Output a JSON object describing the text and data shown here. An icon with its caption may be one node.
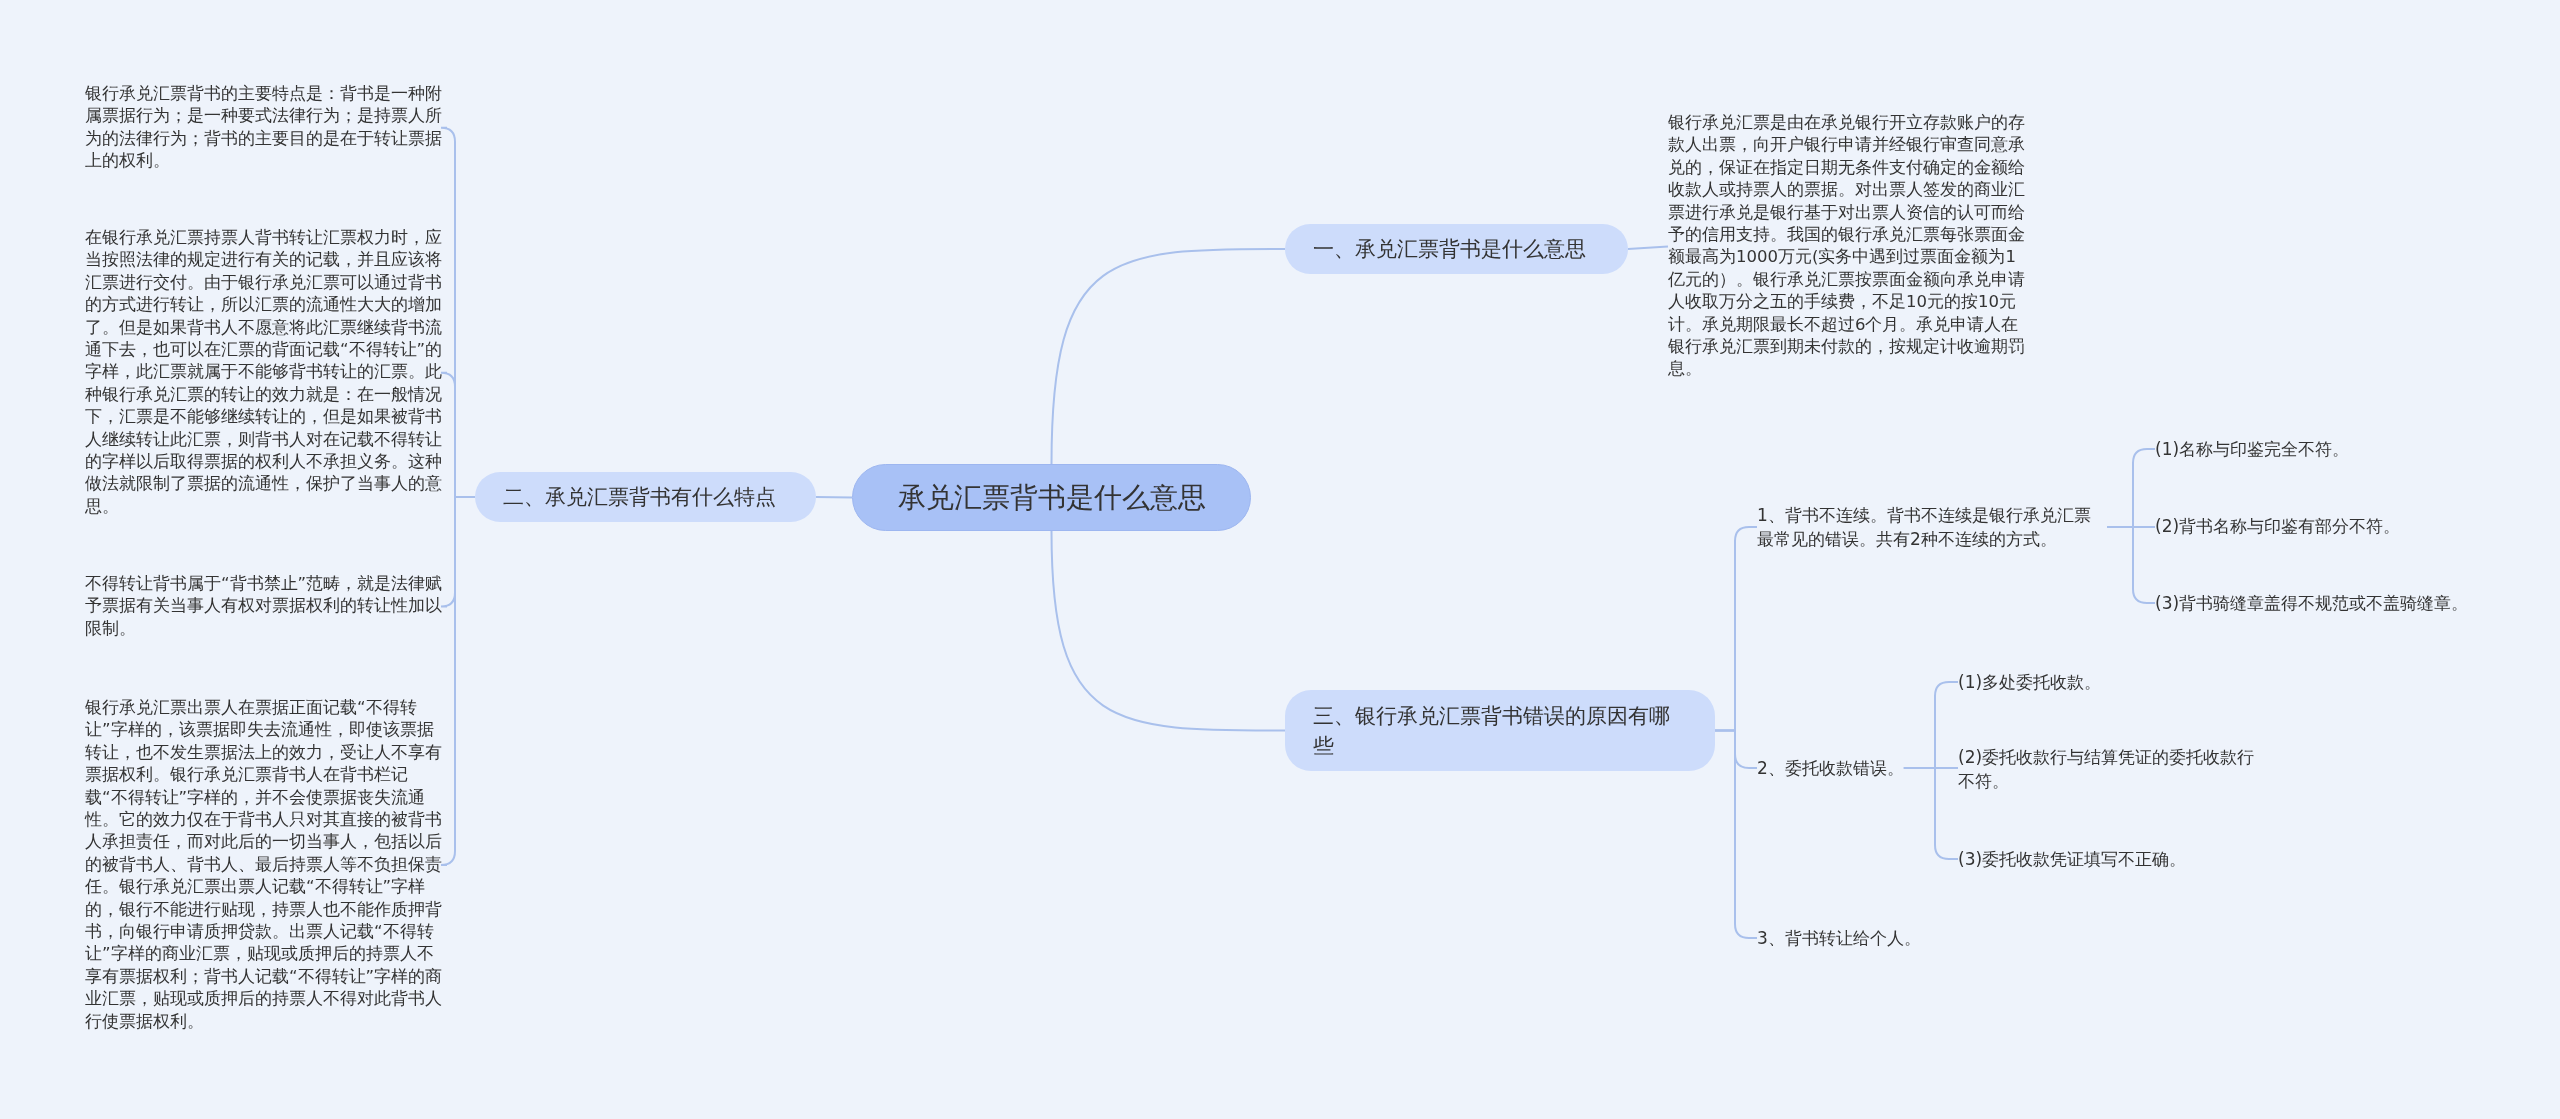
{
  "diagram": {
    "nodes": [
      {
        "text": [
          "承兑汇票背书是什么意思"
        ]
      },
      {
        "text": [
          "一、承兑汇票背书是什么意思"
        ]
      },
      {
        "text": [
          "银行承兑汇票是由在承兑银行开立存款账户的存款人出票，向开户银行申请并经银行审查同意承兑的，保证在指定日期无条件支付确定的金额给收款人或持票人的票据。对出票人签发的商业汇票进行承兑是银行基于对出票人资信的认可而给予的信用支持。我国的银行承兑汇票每张票面金额最高为1000万元(实务中遇到过票面金额为1亿元的）。银行承兑汇票按票面金额向承兑申请人收取万分之五的手续费，不足10元的按10元计。承兑期限最长不超过6个月。承兑申请人在银行承兑汇票到期未付款的，按规定计收逾期罚息。"
        ]
      },
      {
        "text": [
          "二、承兑汇票背书有什么特点"
        ]
      },
      {
        "text": [
          "银行承兑汇票背书的主要特点是：背书是一种附属票据行为；是一种要式法律行为；是持票人所为的法律行为；背书的主要目的是在于转让票据上的权利。"
        ]
      },
      {
        "text": [
          "在银行承兑汇票持票人背书转让汇票权力时，应当按照法律的规定进行有关的记载，并且应该将汇票进行交付。由于银行承兑汇票可以通过背书的方式进行转让，所以汇票的流通性大大的增加了。但是如果背书人不愿意将此汇票继续背书流通下去，也可以在汇票的背面记载“不得转让”的字样，此汇票就属于不能够背书转让的汇票。此种银行承兑汇票的转让的效力就是：在一般情况下，汇票是不能够继续转让的，但是如果被背书人继续转让此汇票，则背书人对在记载不得转让的字样以后取得票据的权利人不承担义务。这种做法就限制了票据的流通性，保护了当事人的意思。"
        ]
      },
      {
        "text": [
          "不得转让背书属于“背书禁止”范畴，就是法律赋予票据有关当事人有权对票据权利的转让性加以限制。"
        ]
      },
      {
        "text": [
          "银行承兑汇票出票人在票据正面记载“不得转让”字样的，该票据即失去流通性，即使该票据转让，也不发生票据法上的效力，受让人不享有票据权利。银行承兑汇票背书人在背书栏记载“不得转让”字样的，并不会使票据丧失流通性。它的效力仅在于背书人只对其直接的被背书人承担责任，而对此后的一切当事人，包括以后的被背书人、背书人、最后持票人等不负担保责任。银行承兑汇票出票人记载“不得转让”字样的，银行不能进行贴现，持票人也不能作质押背书，向银行申请质押贷款。出票人记载“不得转让”字样的商业汇票，贴现或质押后的持票人不享有票据权利；背书人记载“不得转让”字样的商业汇票，贴现或质押后的持票人不得对此背书人行使票据权利。"
        ]
      },
      {
        "text": [
          "三、银行承兑汇票背书错误的原因有哪些"
        ]
      },
      {
        "text": [
          "1、背书不连续。背书不连续是银行承兑汇票最常见的错误。共有2种不连续的方式。"
        ]
      },
      {
        "text": [
          "(1)名称与印鉴完全不符。"
        ]
      },
      {
        "text": [
          "(2)背书名称与印鉴有部分不符。"
        ]
      },
      {
        "text": [
          "(3)背书骑缝章盖得不规范或不盖骑缝章。"
        ]
      },
      {
        "text": [
          "2、委托收款错误。"
        ]
      },
      {
        "text": [
          "(1)多处委托收款。"
        ]
      },
      {
        "text": [
          "(2)委托收款行与结算凭证的委托收款行不符。"
        ]
      },
      {
        "text": [
          "(3)委托收款凭证填写不正确。"
        ]
      },
      {
        "text": [
          "3、背书转让给个人。"
        ]
      }
    ],
    "edges": [
      {
        "from": 0,
        "to": 1,
        "arrow": "none"
      },
      {
        "from": 1,
        "to": 2,
        "arrow": "none"
      },
      {
        "from": 0,
        "to": 3,
        "arrow": "none"
      },
      {
        "from": 3,
        "to": 4,
        "arrow": "none"
      },
      {
        "from": 3,
        "to": 5,
        "arrow": "none"
      },
      {
        "from": 3,
        "to": 6,
        "arrow": "none"
      },
      {
        "from": 3,
        "to": 7,
        "arrow": "none"
      },
      {
        "from": 0,
        "to": 8,
        "arrow": "none"
      },
      {
        "from": 8,
        "to": 9,
        "arrow": "none"
      },
      {
        "from": 9,
        "to": 10,
        "arrow": "none"
      },
      {
        "from": 9,
        "to": 11,
        "arrow": "none"
      },
      {
        "from": 9,
        "to": 12,
        "arrow": "none"
      },
      {
        "from": 8,
        "to": 13,
        "arrow": "none"
      },
      {
        "from": 13,
        "to": 14,
        "arrow": "none"
      },
      {
        "from": 13,
        "to": 15,
        "arrow": "none"
      },
      {
        "from": 13,
        "to": 16,
        "arrow": "none"
      },
      {
        "from": 8,
        "to": 17,
        "arrow": "none"
      }
    ]
  }
}
